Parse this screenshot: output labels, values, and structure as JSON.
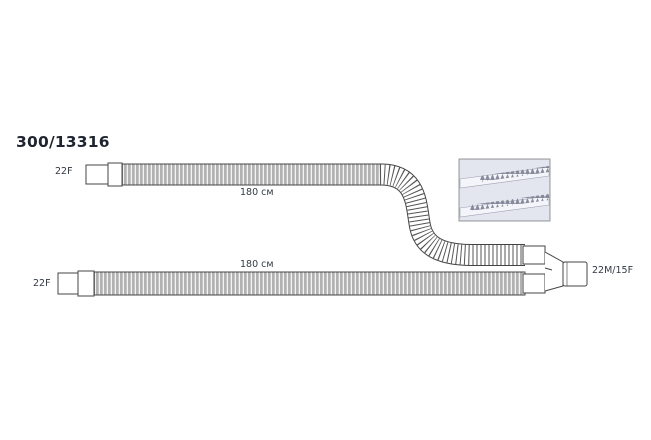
{
  "product_code": "300/13316",
  "upper_tube": {
    "connector_label": "22F",
    "length_label": "180 см"
  },
  "lower_tube": {
    "connector_label": "22F",
    "length_label": "180 см"
  },
  "y_piece": {
    "connector_label": "22M/15F"
  },
  "colors": {
    "stroke": "#444444",
    "text": "#333a44",
    "title": "#1f2530",
    "inset_fill": "#d7d9e6"
  }
}
